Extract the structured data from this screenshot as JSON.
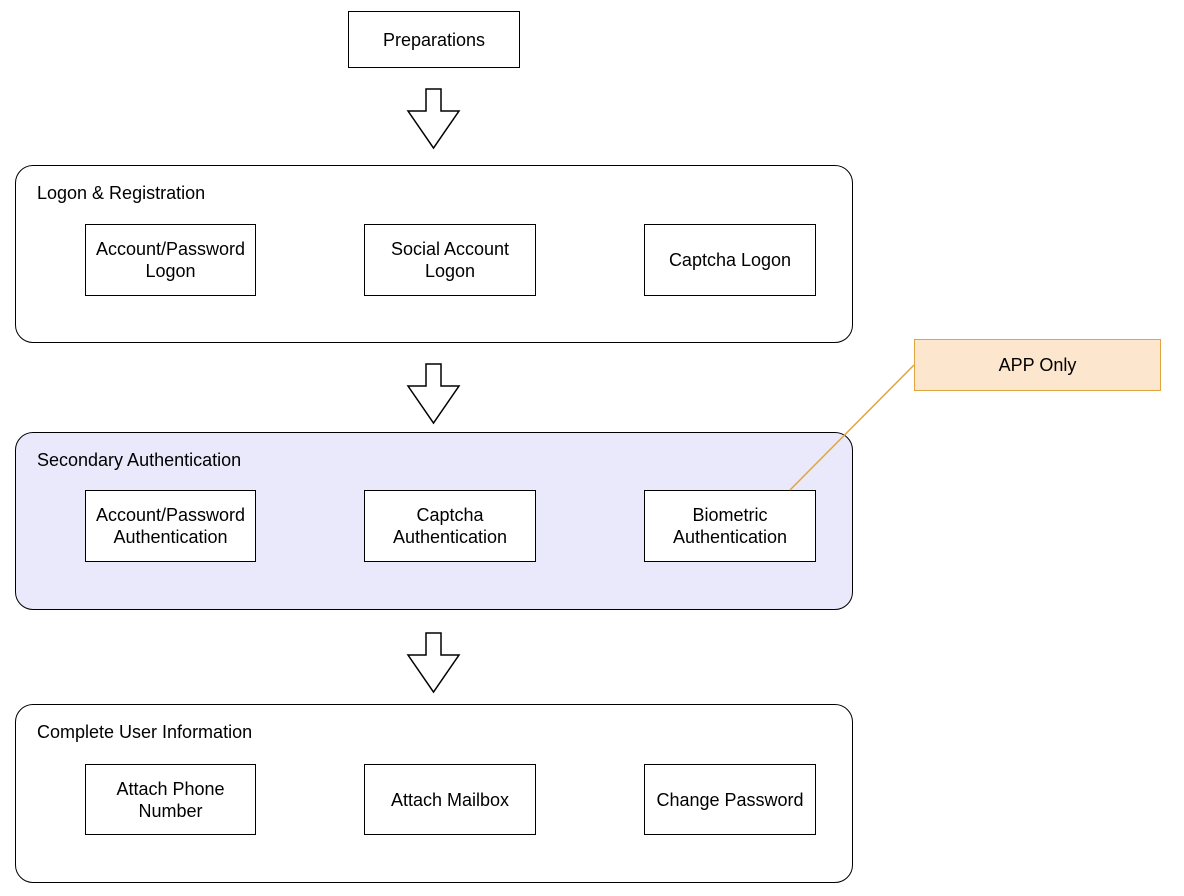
{
  "start": {
    "label": "Preparations"
  },
  "groups": [
    {
      "title": "Logon & Registration",
      "items": [
        "Account/Password\nLogon",
        "Social Account\nLogon",
        "Captcha Logon"
      ]
    },
    {
      "title": "Secondary Authentication",
      "items": [
        "Account/Password\nAuthentication",
        "Captcha\nAuthentication",
        "Biometric\nAuthentication"
      ]
    },
    {
      "title": "Complete User Information",
      "items": [
        "Attach Phone\nNumber",
        "Attach Mailbox",
        "Change Password"
      ]
    }
  ],
  "note": {
    "label": "APP Only"
  },
  "colors": {
    "highlight_group": "#e9e9fb",
    "note_fill": "#fce6ce",
    "note_border": "#e1a53f"
  }
}
